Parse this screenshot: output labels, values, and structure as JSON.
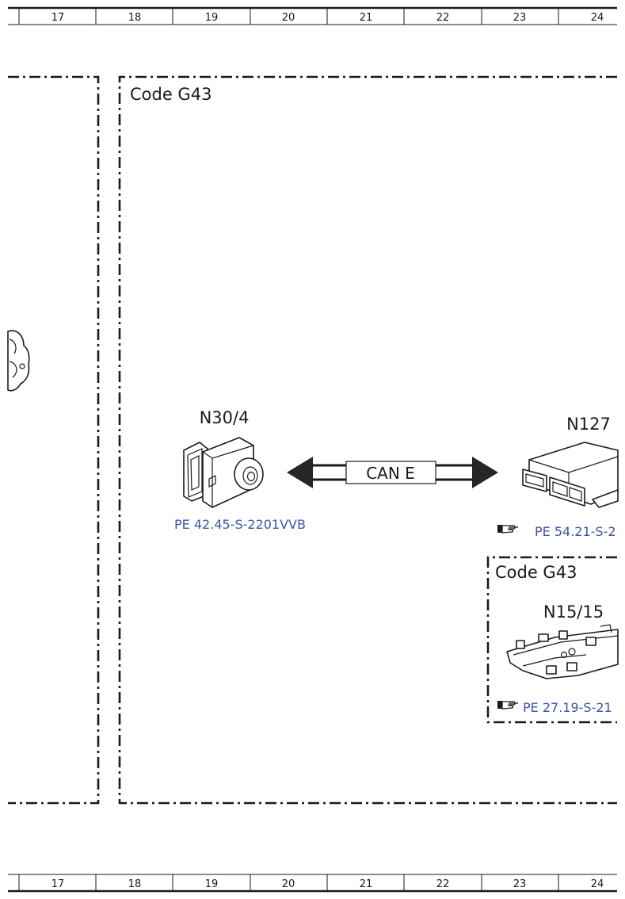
{
  "ruler": {
    "columns": [
      "17",
      "18",
      "19",
      "20",
      "21",
      "22",
      "23",
      "24"
    ]
  },
  "frames": {
    "main_code": "Code G43",
    "sub_code": "Code G43"
  },
  "components": {
    "n30_4": {
      "label": "N30/4",
      "reference": "PE 42.45-S-2201VVB"
    },
    "n127": {
      "label": "N127",
      "reference": "PE 54.21-S-2"
    },
    "n15_15": {
      "label": "N15/15",
      "reference": "PE 27.19-S-21"
    }
  },
  "bus": {
    "label": "CAN E"
  },
  "colors": {
    "link": "#3f55a8",
    "line": "#1a1a1a"
  },
  "icons": {
    "reference_pointer": "pointing-hand-icon"
  }
}
